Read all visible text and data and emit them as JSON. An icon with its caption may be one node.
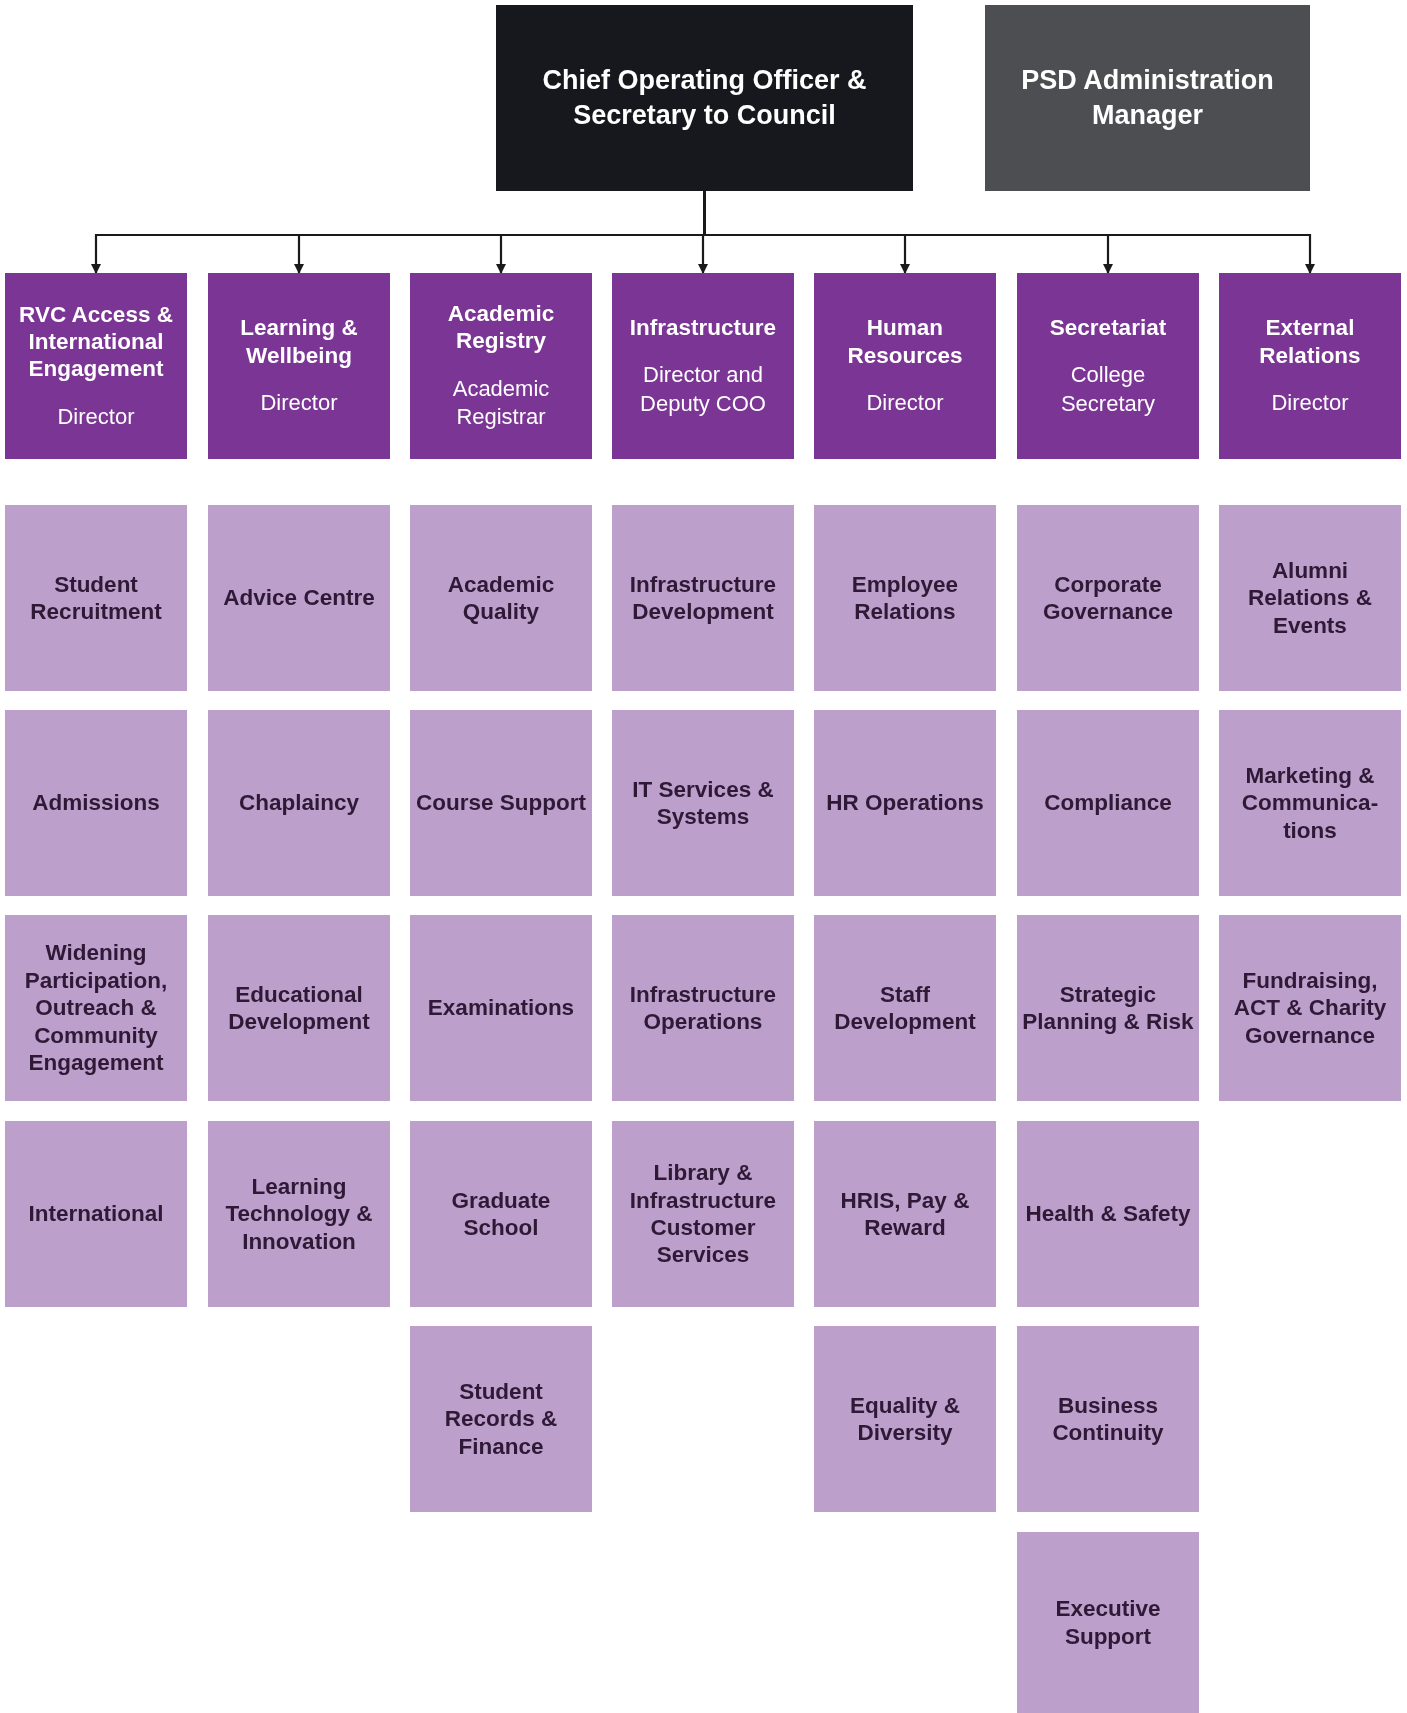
{
  "diagram": {
    "nodes": [
      {
        "text": [
          "Chief Operating Officer & Secretary to Council"
        ]
      },
      {
        "text": [
          "PSD Administration Manager"
        ]
      },
      {
        "text": [
          "RVC Access & International Engagement",
          "Director"
        ]
      },
      {
        "text": [
          "Learning & Wellbeing",
          "Director"
        ]
      },
      {
        "text": [
          "Academic Registry",
          "Academic Registrar"
        ]
      },
      {
        "text": [
          "Infrastructure",
          "Director and Deputy COO"
        ]
      },
      {
        "text": [
          "Human Resources",
          "Director"
        ]
      },
      {
        "text": [
          "Secretariat",
          "College Secretary"
        ]
      },
      {
        "text": [
          "External Relations",
          "Director"
        ]
      },
      {
        "text": [
          "Student Recruitment"
        ]
      },
      {
        "text": [
          "Advice Centre"
        ]
      },
      {
        "text": [
          "Academic Quality"
        ]
      },
      {
        "text": [
          "Infrastructure Development"
        ]
      },
      {
        "text": [
          "Employee Relations"
        ]
      },
      {
        "text": [
          "Corporate Governance"
        ]
      },
      {
        "text": [
          "Alumni Relations & Events"
        ]
      },
      {
        "text": [
          "Admissions"
        ]
      },
      {
        "text": [
          "Chaplaincy"
        ]
      },
      {
        "text": [
          "Course Support"
        ]
      },
      {
        "text": [
          "IT Services & Systems"
        ]
      },
      {
        "text": [
          "HR Operations"
        ]
      },
      {
        "text": [
          "Compliance"
        ]
      },
      {
        "text": [
          "Marketing & Communica- tions"
        ]
      },
      {
        "text": [
          "Widening Participation, Outreach & Community Engagement"
        ]
      },
      {
        "text": [
          "Educational Development"
        ]
      },
      {
        "text": [
          "Examinations"
        ]
      },
      {
        "text": [
          "Infrastructure Operations"
        ]
      },
      {
        "text": [
          "Staff Development"
        ]
      },
      {
        "text": [
          "Strategic Planning & Risk"
        ]
      },
      {
        "text": [
          "Fundraising, ACT & Charity Governance"
        ]
      },
      {
        "text": [
          "International"
        ]
      },
      {
        "text": [
          "Learning Technology & Innovation"
        ]
      },
      {
        "text": [
          "Graduate School"
        ]
      },
      {
        "text": [
          "Library & Infrastructure Customer Services"
        ]
      },
      {
        "text": [
          "HRIS, Pay & Reward"
        ]
      },
      {
        "text": [
          "Health & Safety"
        ]
      },
      {
        "text": [
          "Student Records & Finance"
        ]
      },
      {
        "text": [
          "Equality & Diversity"
        ]
      },
      {
        "text": [
          "Business Continuity"
        ]
      },
      {
        "text": [
          "Executive Support"
        ]
      }
    ],
    "edges": [
      {
        "from": 0,
        "to": 2,
        "arrow": "to"
      },
      {
        "from": 0,
        "to": 3,
        "arrow": "to"
      },
      {
        "from": 0,
        "to": 4,
        "arrow": "to"
      },
      {
        "from": 0,
        "to": 5,
        "arrow": "to"
      },
      {
        "from": 0,
        "to": 6,
        "arrow": "to"
      },
      {
        "from": 0,
        "to": 7,
        "arrow": "to"
      },
      {
        "from": 0,
        "to": 8,
        "arrow": "to"
      }
    ]
  }
}
